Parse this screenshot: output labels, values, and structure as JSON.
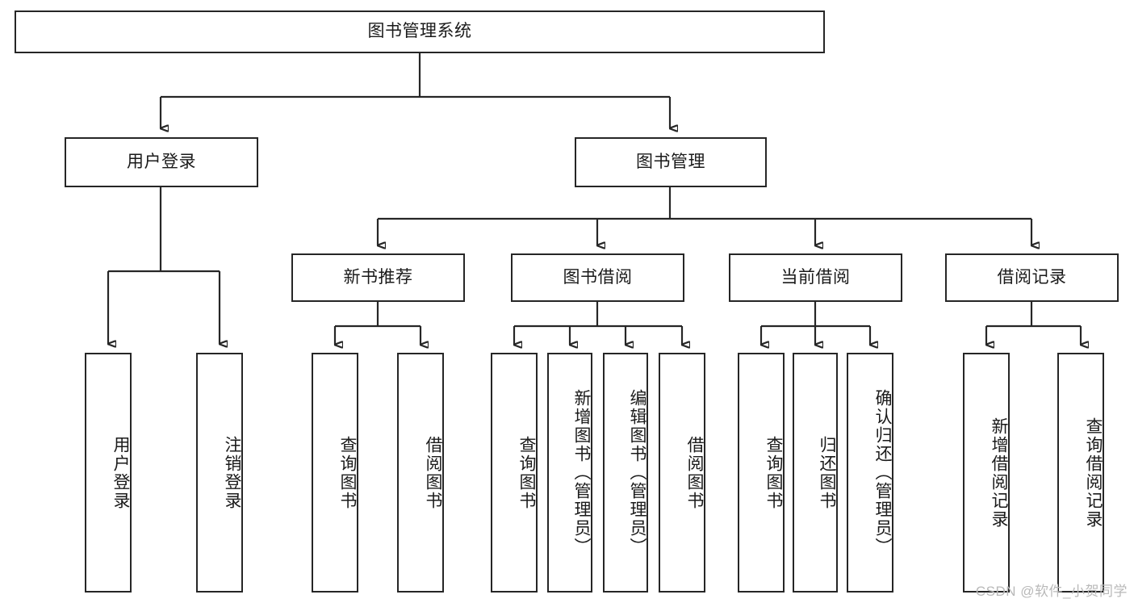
{
  "diagram": {
    "kind": "function-structure-tree",
    "watermark": "CSDN @软件_小贺同学",
    "colors": {
      "background": "#ffffff",
      "stroke": "#262626",
      "text": "#1a1a1a",
      "watermark": "#b9b9b9"
    },
    "root": {
      "label": "图书管理系统"
    },
    "level2": [
      {
        "label": "用户登录"
      },
      {
        "label": "图书管理"
      }
    ],
    "level3": [
      {
        "label": "新书推荐"
      },
      {
        "label": "图书借阅"
      },
      {
        "label": "当前借阅"
      },
      {
        "label": "借阅记录"
      }
    ],
    "leaves": {
      "user_login": [
        {
          "label": "用户登录"
        },
        {
          "label": "注销登录"
        }
      ],
      "new_book": [
        {
          "label": "查询图书"
        },
        {
          "label": "借阅图书"
        }
      ],
      "book_borrow": [
        {
          "label": "查询图书"
        },
        {
          "label": "新增图书（管理员）"
        },
        {
          "label": "编辑图书（管理员）"
        },
        {
          "label": "借阅图书"
        }
      ],
      "current_borrow": [
        {
          "label": "查询图书"
        },
        {
          "label": "归还图书"
        },
        {
          "label": "确认归还（管理员）"
        }
      ],
      "borrow_record": [
        {
          "label": "新增借阅记录"
        },
        {
          "label": "查询借阅记录"
        }
      ]
    }
  }
}
